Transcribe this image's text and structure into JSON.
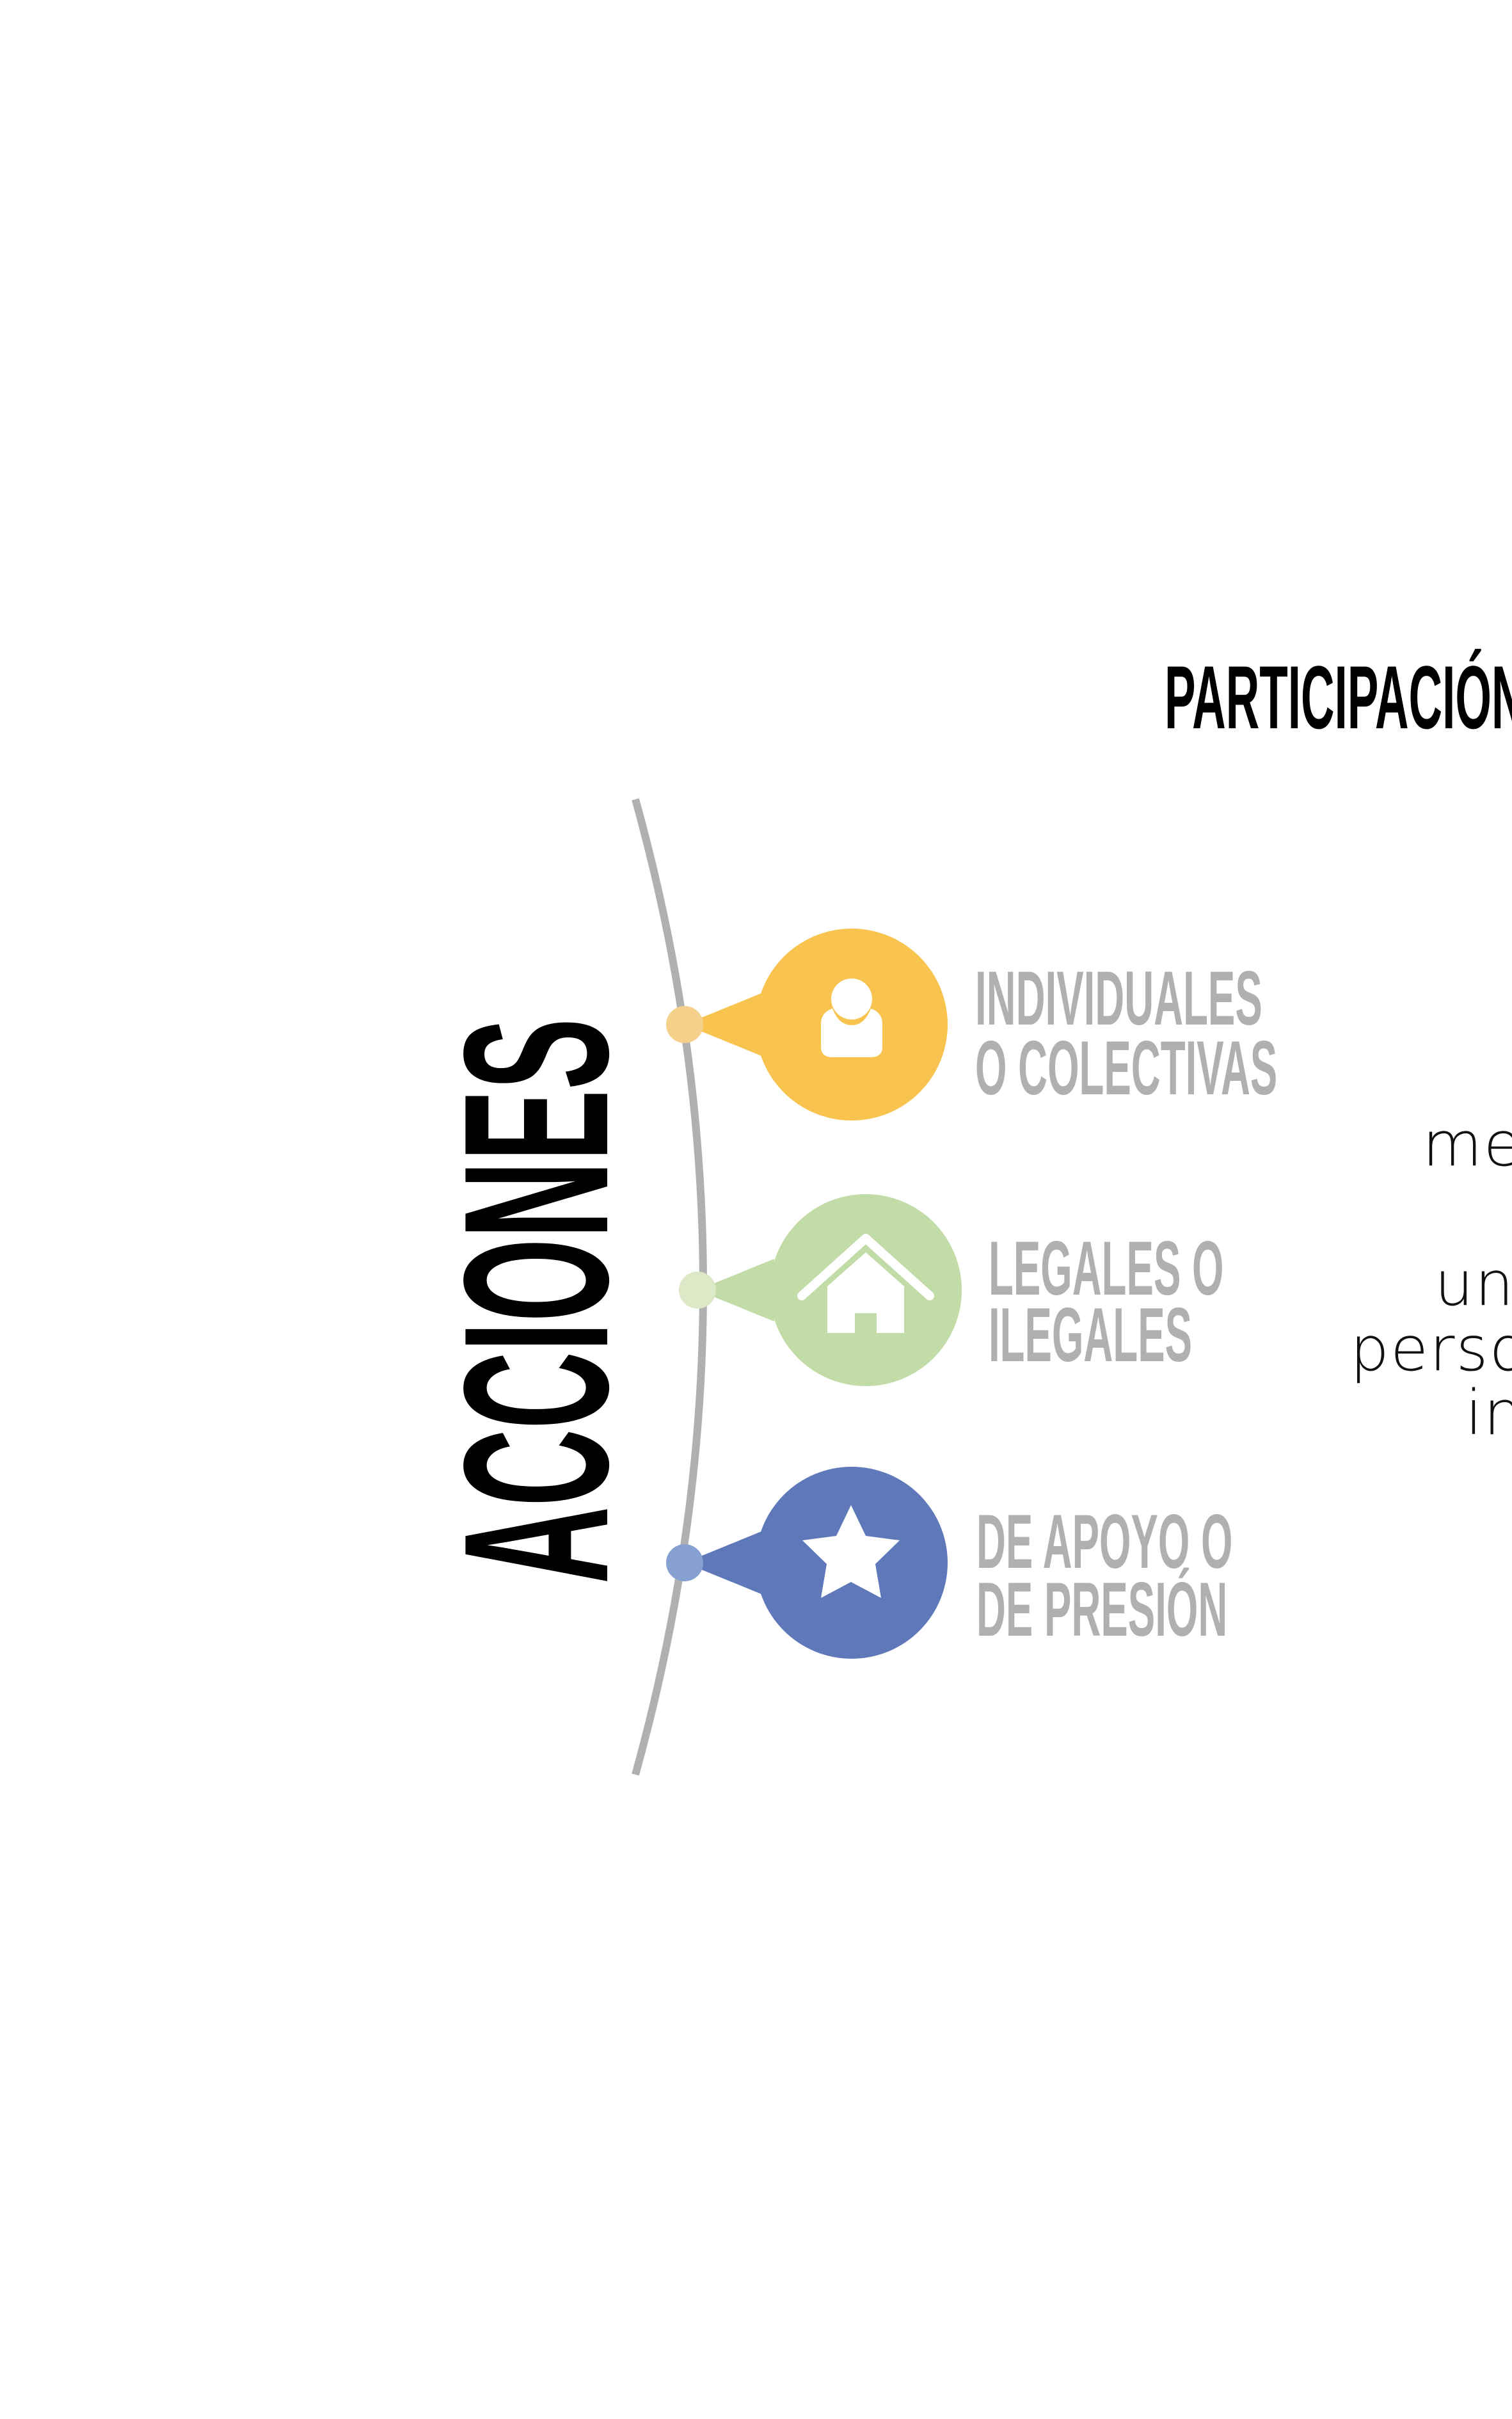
{
  "title": "PARTICIPACIÓN",
  "heading": "ACCIONES",
  "items": [
    {
      "line1": "INDIVIDUALES",
      "line2": "O COLECTIVAS",
      "icon": "person-icon",
      "color": "#f8c44f",
      "dot_color": "#f4d08a"
    },
    {
      "line1": "LEGALES O",
      "line2": "ILEGALES",
      "icon": "house-icon",
      "color": "#c2dca8",
      "dot_color": "#dde9c6"
    },
    {
      "line1": "DE APOYO O",
      "line2": "DE PRESIÓN",
      "icon": "star-icon",
      "color": "#5f78b9",
      "dot_color": "#86a0d2"
    }
  ],
  "description_fragments": [
    "me",
    "un",
    "perso",
    "in"
  ],
  "colors": {
    "label": "#b0b0b0",
    "arc": "#b0b0b0"
  }
}
